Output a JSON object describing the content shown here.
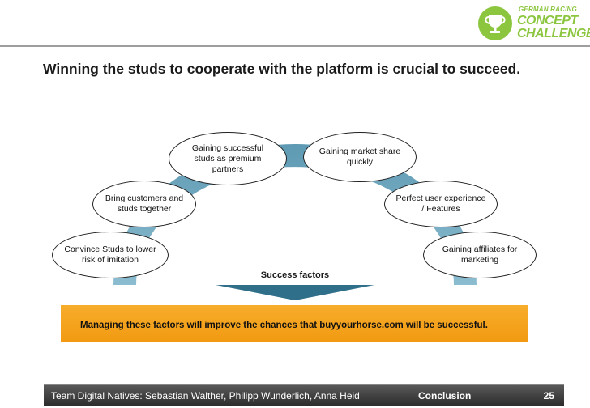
{
  "logo": {
    "icon": "trophy-icon",
    "small_text": "GERMAN RACING",
    "line1": "CONCEPT",
    "line2": "CHALLENGE",
    "color": "#8cc63f"
  },
  "title": "Winning the studs to cooperate with the platform is crucial to succeed.",
  "diagram": {
    "arc_color": "#6fa7bd",
    "arrow_color": "#2f6f8a",
    "factors": [
      {
        "line1": "Convince Studs to lower",
        "line2": "risk of imitation",
        "line3": ""
      },
      {
        "line1": "Bring customers and",
        "line2": "studs together",
        "line3": ""
      },
      {
        "line1": "Gaining successful",
        "line2": "studs as premium",
        "line3": "partners"
      },
      {
        "line1": "Gaining market share",
        "line2": "quickly",
        "line3": ""
      },
      {
        "line1": "Perfect user experience",
        "line2": "/ Features",
        "line3": ""
      },
      {
        "line1": "Gaining affiliates for",
        "line2": "marketing",
        "line3": ""
      }
    ],
    "success_label": "Success factors"
  },
  "banner": {
    "text": "Managing these factors will improve the chances that buyyourhorse.com will be successful.",
    "color": "#f5a623"
  },
  "footer": {
    "team": "Team Digital Natives: Sebastian Walther, Philipp Wunderlich, Anna Heid",
    "section": "Conclusion",
    "page": "25"
  }
}
